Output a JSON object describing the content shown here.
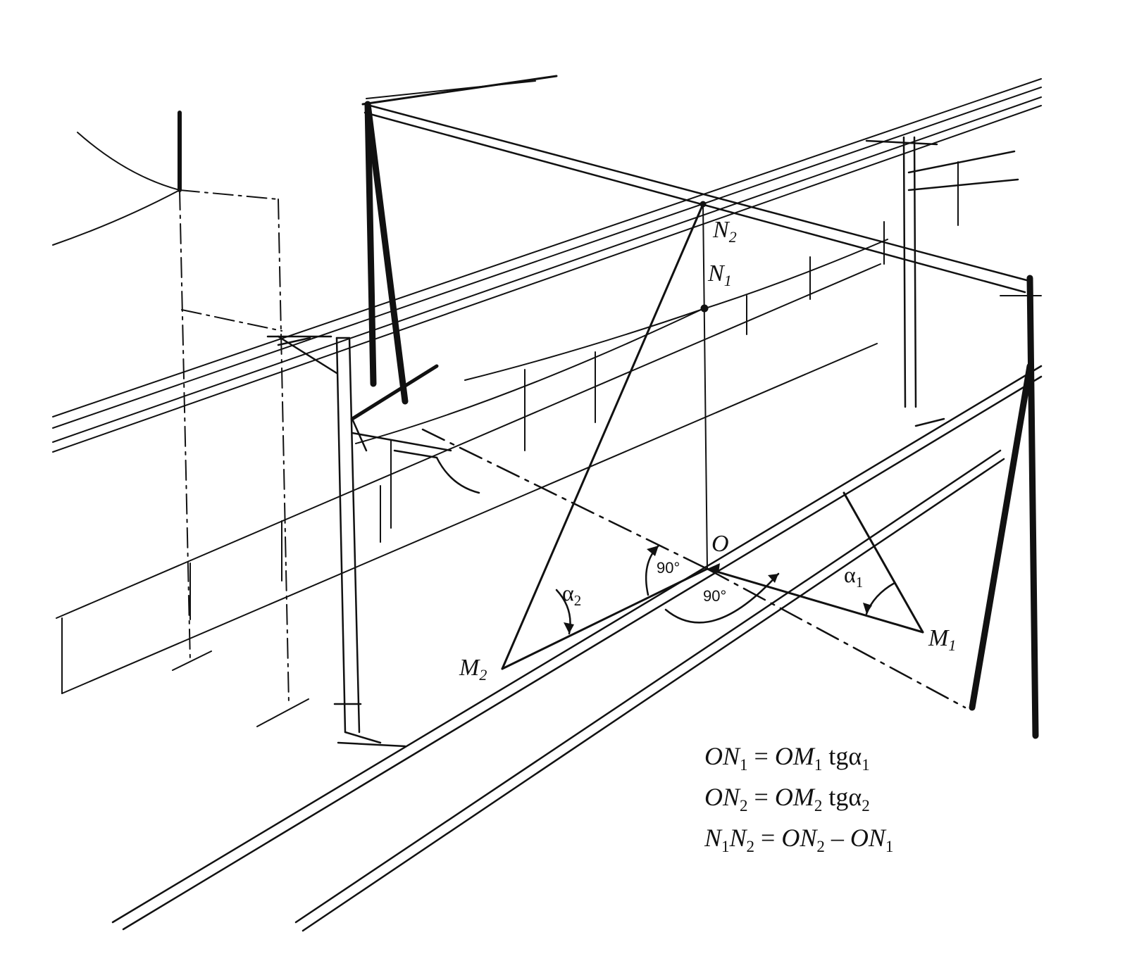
{
  "labels": {
    "n2": {
      "main": "N",
      "sub": "2"
    },
    "n1": {
      "main": "N",
      "sub": "1"
    },
    "o": "O",
    "m1": {
      "main": "M",
      "sub": "1"
    },
    "m2": {
      "main": "M",
      "sub": "2"
    },
    "alpha1": {
      "main": "α",
      "sub": "1"
    },
    "alpha2": {
      "main": "α",
      "sub": "2"
    },
    "angle_left": "90°",
    "angle_right": "90°"
  },
  "formulas": [
    {
      "lhs_a": "ON",
      "lhs_a_sub": "1",
      "eq": " = ",
      "rhs_a": "OM",
      "rhs_a_sub": "1",
      "fn": " tgα",
      "fn_sub": "1"
    },
    {
      "lhs_a": "ON",
      "lhs_a_sub": "2",
      "eq": " = ",
      "rhs_a": "OM",
      "rhs_a_sub": "2",
      "fn": " tgα",
      "fn_sub": "2"
    },
    {
      "lhs_a": "N",
      "lhs_a_sub": "1",
      "lhs_b": "N",
      "lhs_b_sub": "2",
      "eq": " = ",
      "rhs_a": "ON",
      "rhs_a_sub": "2",
      "minus": " – ",
      "rhs_b": "ON",
      "rhs_b_sub": "1"
    }
  ],
  "colors": {
    "ink": "#111111",
    "background": "#ffffff"
  }
}
